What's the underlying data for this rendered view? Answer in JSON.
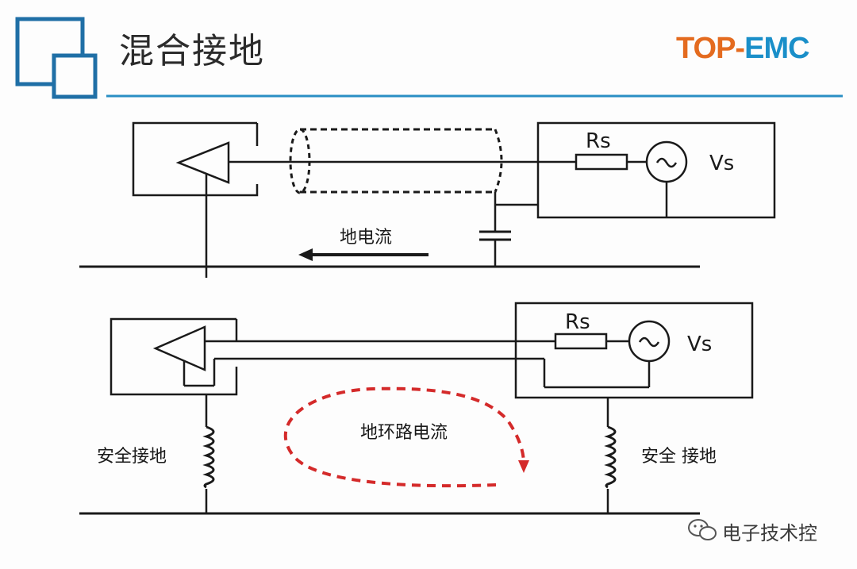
{
  "header": {
    "title": "混合接地",
    "brand_part1": "TOP-",
    "brand_part2": "EMC",
    "brand_color_orange": "#e46b1f",
    "brand_color_blue": "#1a8fc9"
  },
  "diagram_top": {
    "resistor_label": "Rs",
    "source_label": "Vs",
    "current_label": "地电流"
  },
  "diagram_bottom": {
    "resistor_label": "Rs",
    "source_label": "Vs",
    "loop_label": "地环路电流",
    "left_ground_label": "安全接地",
    "right_ground_label": "安全 接地",
    "loop_color": "#d42a2a"
  },
  "watermark": {
    "text": "电子技术控",
    "icon": "wechat-icon"
  }
}
